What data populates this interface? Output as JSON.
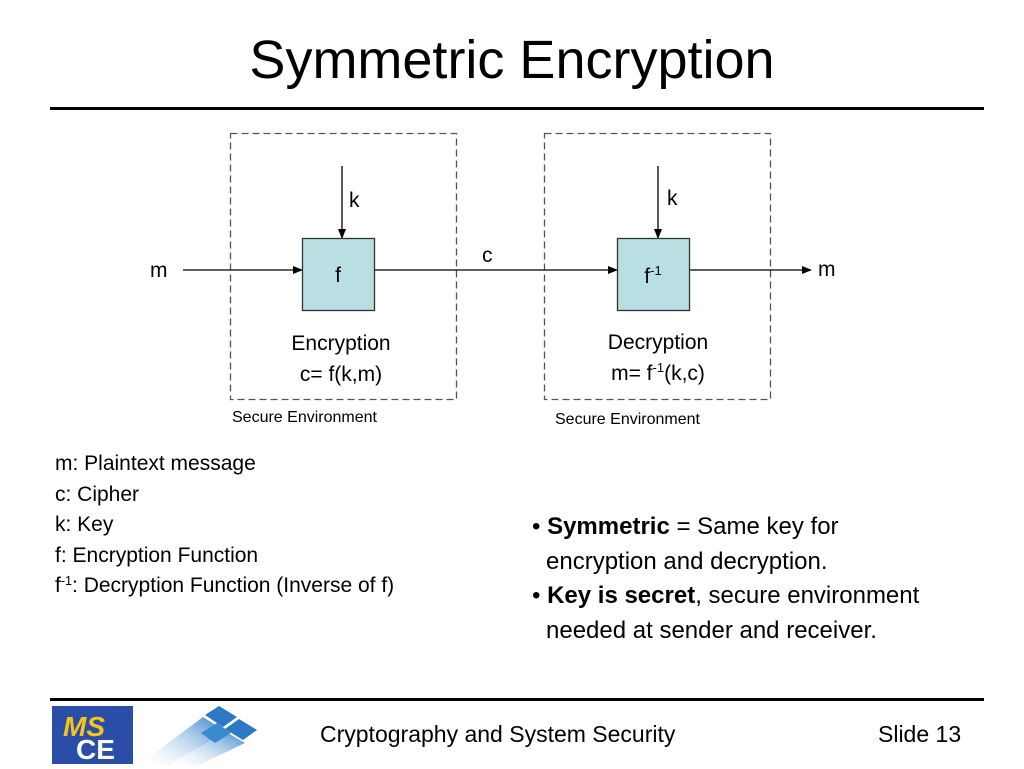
{
  "slide": {
    "title": "Symmetric Encryption",
    "footer": "Cryptography and System Security",
    "slide_number": "Slide 13"
  },
  "diagram": {
    "input_label": "m",
    "output_label": "m",
    "channel_label": "c",
    "encryption": {
      "key_label": "k",
      "box_label": "f",
      "name": "Encryption",
      "formula": "c= f(k,m)",
      "environment_label": "Secure Environment"
    },
    "decryption": {
      "key_label": "k",
      "box_label": "f",
      "box_superscript": "-1",
      "name": "Decryption",
      "formula_prefix": "m= f",
      "formula_superscript": "-1",
      "formula_suffix": "(k,c)",
      "environment_label": "Secure Environment"
    },
    "colors": {
      "box_fill": "#b9dfe3",
      "box_stroke": "#333333",
      "dash_stroke": "#555555"
    }
  },
  "legend": {
    "items": [
      {
        "symbol": "m",
        "sup": "",
        "text": ": Plaintext message"
      },
      {
        "symbol": "c",
        "sup": "",
        "text": ": Cipher"
      },
      {
        "symbol": "k",
        "sup": "",
        "text": ": Key"
      },
      {
        "symbol": "f",
        "sup": "",
        "text": ": Encryption Function"
      },
      {
        "symbol": "f",
        "sup": "-1",
        "text": ": Decryption Function (Inverse of f)"
      }
    ]
  },
  "bullets": [
    {
      "bold": "Symmetric",
      "text": " = Same key for",
      "continuation": "encryption and decryption."
    },
    {
      "bold": "Key is secret",
      "text": ", secure environment",
      "continuation": "needed at sender and receiver."
    }
  ],
  "logos": {
    "msce_top": "MS",
    "msce_bottom": "CE",
    "msce_bg": "#2a4ea8",
    "msce_top_color": "#f5c518"
  }
}
